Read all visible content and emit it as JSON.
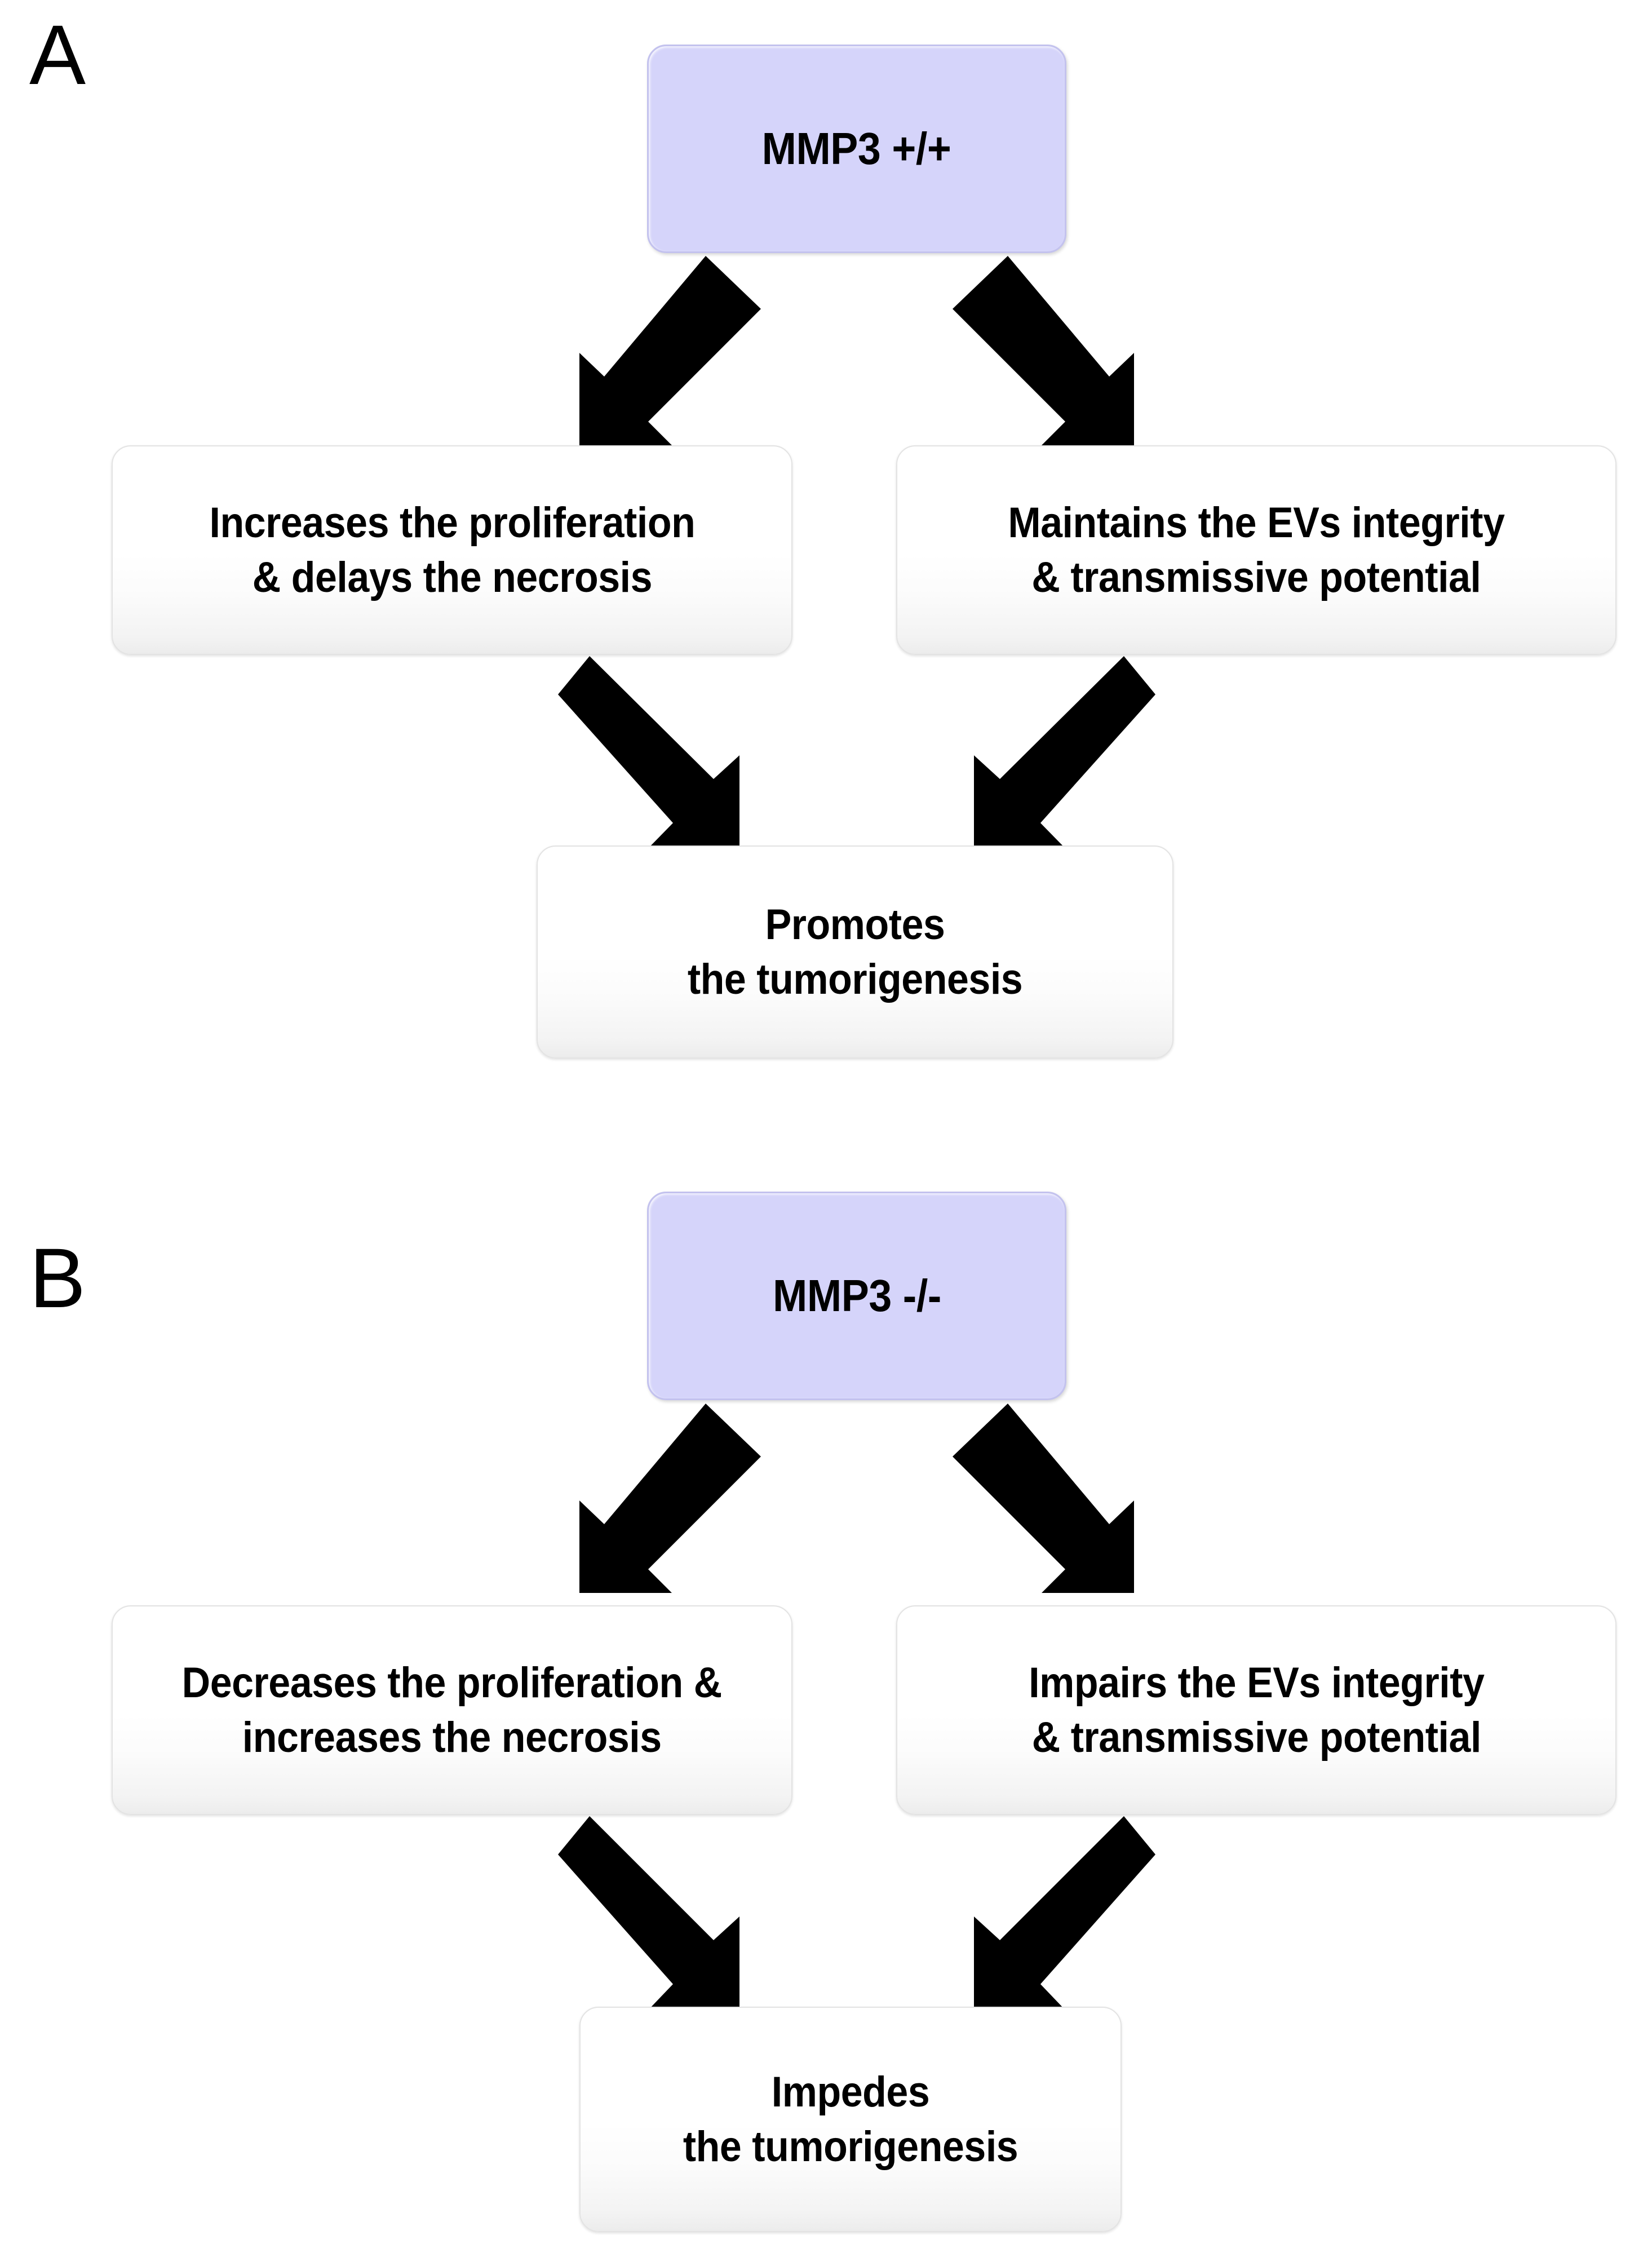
{
  "figure": {
    "panels": [
      {
        "letter": "A",
        "source": {
          "label": "MMP3 +/+"
        },
        "left": {
          "label": "Increases the proliferation\n& delays the necrosis"
        },
        "right": {
          "label": "Maintains the EVs  integrity\n& transmissive potential"
        },
        "bottom": {
          "label": "Promotes\nthe tumorigenesis"
        },
        "arrows": [
          {
            "name": "arrow-source-to-left",
            "direction": "down-left"
          },
          {
            "name": "arrow-source-to-right",
            "direction": "down-right"
          },
          {
            "name": "arrow-left-to-bottom",
            "direction": "down-right"
          },
          {
            "name": "arrow-right-to-bottom",
            "direction": "down-left"
          }
        ]
      },
      {
        "letter": "B",
        "source": {
          "label": "MMP3 -/-"
        },
        "left": {
          "label": "Decreases the proliferation &\nincreases the necrosis"
        },
        "right": {
          "label": "Impairs the EVs  integrity\n& transmissive potential"
        },
        "bottom": {
          "label": "Impedes\nthe tumorigenesis"
        },
        "arrows": [
          {
            "name": "arrow-source-to-left",
            "direction": "down-left"
          },
          {
            "name": "arrow-source-to-right",
            "direction": "down-right"
          },
          {
            "name": "arrow-left-to-bottom",
            "direction": "down-right"
          },
          {
            "name": "arrow-right-to-bottom",
            "direction": "down-left"
          }
        ]
      }
    ],
    "colors": {
      "source_fill": "#d5d4fa",
      "source_border": "#c3c2ee",
      "node_fill": "#ffffff",
      "node_border": "#e3e3e3",
      "arrow": "#000000",
      "text": "#000000",
      "background": "#ffffff"
    }
  }
}
